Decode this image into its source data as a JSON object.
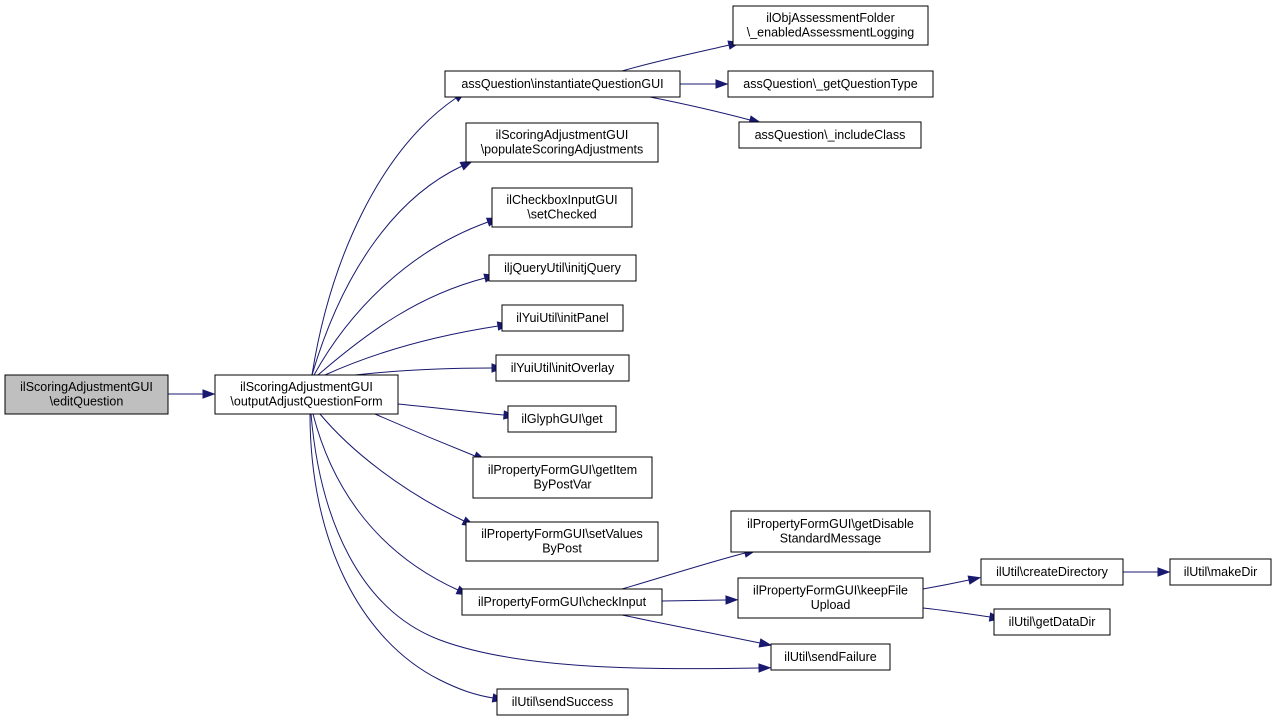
{
  "diagram": {
    "colors": {
      "edge": "#191970",
      "node_fill": "#ffffff",
      "root_fill": "#bfbfbf",
      "border": "#000000"
    },
    "nodes": [
      {
        "id": "editQuestion",
        "lines": [
          "ilScoringAdjustmentGUI",
          "\\editQuestion"
        ],
        "root": true
      },
      {
        "id": "outputAdjust",
        "lines": [
          "ilScoringAdjustmentGUI",
          "\\outputAdjustQuestionForm"
        ]
      },
      {
        "id": "instantiate",
        "lines": [
          "assQuestion\\instantiateQuestionGUI"
        ]
      },
      {
        "id": "enabledLogging",
        "lines": [
          "ilObjAssessmentFolder",
          "\\_enabledAssessmentLogging"
        ]
      },
      {
        "id": "getQuestionType",
        "lines": [
          "assQuestion\\_getQuestionType"
        ]
      },
      {
        "id": "includeClass",
        "lines": [
          "assQuestion\\_includeClass"
        ]
      },
      {
        "id": "populate",
        "lines": [
          "ilScoringAdjustmentGUI",
          "\\populateScoringAdjustments"
        ]
      },
      {
        "id": "setChecked",
        "lines": [
          "ilCheckboxInputGUI",
          "\\setChecked"
        ]
      },
      {
        "id": "initjQuery",
        "lines": [
          "iljQueryUtil\\initjQuery"
        ]
      },
      {
        "id": "initPanel",
        "lines": [
          "ilYuiUtil\\initPanel"
        ]
      },
      {
        "id": "initOverlay",
        "lines": [
          "ilYuiUtil\\initOverlay"
        ]
      },
      {
        "id": "glyphGet",
        "lines": [
          "ilGlyphGUI\\get"
        ]
      },
      {
        "id": "getItemByPostVar",
        "lines": [
          "ilPropertyFormGUI\\getItem",
          "ByPostVar"
        ]
      },
      {
        "id": "setValuesByPost",
        "lines": [
          "ilPropertyFormGUI\\setValues",
          "ByPost"
        ]
      },
      {
        "id": "checkInput",
        "lines": [
          "ilPropertyFormGUI\\checkInput"
        ]
      },
      {
        "id": "getDisableStd",
        "lines": [
          "ilPropertyFormGUI\\getDisable",
          "StandardMessage"
        ]
      },
      {
        "id": "keepFileUpload",
        "lines": [
          "ilPropertyFormGUI\\keepFile",
          "Upload"
        ]
      },
      {
        "id": "createDirectory",
        "lines": [
          "ilUtil\\createDirectory"
        ]
      },
      {
        "id": "makeDir",
        "lines": [
          "ilUtil\\makeDir"
        ]
      },
      {
        "id": "getDataDir",
        "lines": [
          "ilUtil\\getDataDir"
        ]
      },
      {
        "id": "sendFailure",
        "lines": [
          "ilUtil\\sendFailure"
        ]
      },
      {
        "id": "sendSuccess",
        "lines": [
          "ilUtil\\sendSuccess"
        ]
      }
    ],
    "edges": [
      {
        "from": "editQuestion",
        "to": "outputAdjust"
      },
      {
        "from": "outputAdjust",
        "to": "instantiate"
      },
      {
        "from": "outputAdjust",
        "to": "populate"
      },
      {
        "from": "outputAdjust",
        "to": "setChecked"
      },
      {
        "from": "outputAdjust",
        "to": "initjQuery"
      },
      {
        "from": "outputAdjust",
        "to": "initPanel"
      },
      {
        "from": "outputAdjust",
        "to": "initOverlay"
      },
      {
        "from": "outputAdjust",
        "to": "glyphGet"
      },
      {
        "from": "outputAdjust",
        "to": "getItemByPostVar"
      },
      {
        "from": "outputAdjust",
        "to": "setValuesByPost"
      },
      {
        "from": "outputAdjust",
        "to": "checkInput"
      },
      {
        "from": "outputAdjust",
        "to": "sendFailure"
      },
      {
        "from": "outputAdjust",
        "to": "sendSuccess"
      },
      {
        "from": "instantiate",
        "to": "enabledLogging"
      },
      {
        "from": "instantiate",
        "to": "getQuestionType"
      },
      {
        "from": "instantiate",
        "to": "includeClass"
      },
      {
        "from": "checkInput",
        "to": "getDisableStd"
      },
      {
        "from": "checkInput",
        "to": "keepFileUpload"
      },
      {
        "from": "checkInput",
        "to": "sendFailure"
      },
      {
        "from": "keepFileUpload",
        "to": "createDirectory"
      },
      {
        "from": "keepFileUpload",
        "to": "getDataDir"
      },
      {
        "from": "createDirectory",
        "to": "makeDir"
      }
    ]
  }
}
